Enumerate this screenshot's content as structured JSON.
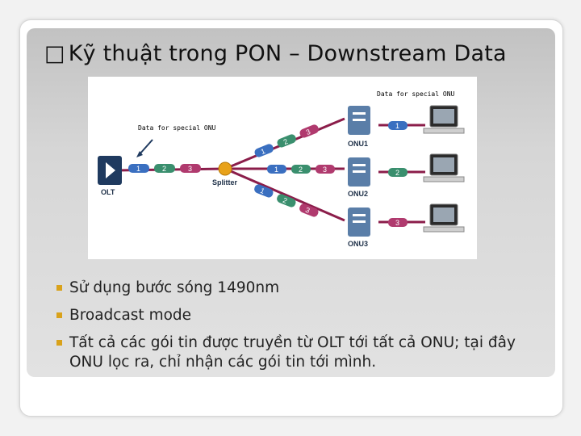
{
  "slide": {
    "title_marker": "□",
    "title": "Kỹ thuật trong PON – Downstream Data",
    "bullets": [
      "Sử dụng bước sóng 1490nm",
      "Broadcast mode",
      "Tất cả các gói tin được truyền từ OLT tới tất cả ONU; tại đây ONU lọc ra, chỉ nhận các gói tin tới mình."
    ]
  },
  "diagram": {
    "data_label_left": "Data for special ONU",
    "data_label_right": "Data for special ONU",
    "olt_label": "OLT",
    "splitter_label": "Splitter",
    "onu_labels": [
      "ONU1",
      "ONU2",
      "ONU3"
    ],
    "olt_packets": [
      "1",
      "2",
      "3"
    ],
    "branch_packets": [
      [
        "1",
        "2",
        "3"
      ],
      [
        "1",
        "2",
        "3"
      ],
      [
        "1",
        "2",
        "3"
      ]
    ],
    "delivered_packets": [
      "1",
      "2",
      "3"
    ],
    "colors": {
      "fiber": "#8b1d4a",
      "packet": "#3a6fc0",
      "olt": "#1f3a5f",
      "splitter": "#e8a21a"
    }
  }
}
